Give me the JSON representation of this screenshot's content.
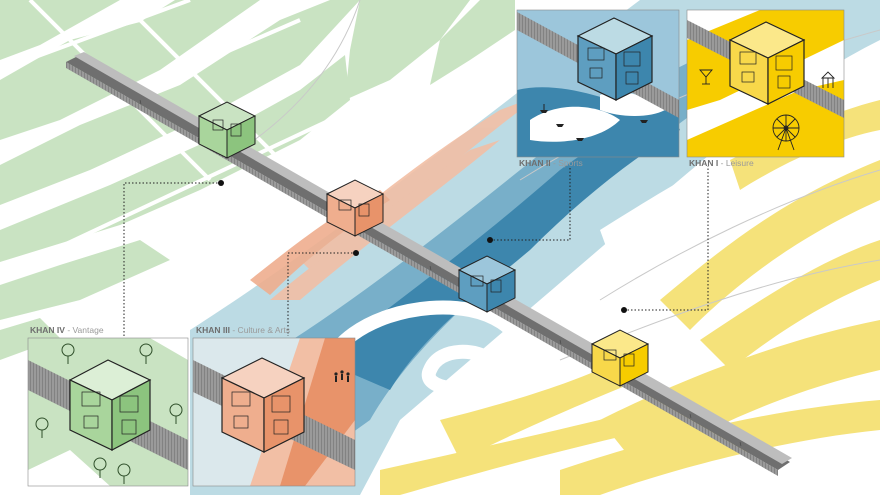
{
  "colors": {
    "green": "#c9e3c2",
    "green_dark": "#8cc47e",
    "salmon": "#f2bfa5",
    "salmon_dark": "#e8936a",
    "blue_light": "#bcdbe4",
    "blue": "#78afc9",
    "blue_dark": "#3d86ad",
    "yellow": "#f5e27a",
    "yellow_strong": "#f7cc00",
    "bridge": "#8a8a8a"
  },
  "modules": [
    {
      "id": "khan-iv",
      "name": "KHAN IV",
      "subtitle": "Vantage",
      "color": "#8cc47e"
    },
    {
      "id": "khan-iii",
      "name": "KHAN III",
      "subtitle": "Culture & Arts",
      "color": "#e8936a"
    },
    {
      "id": "khan-ii",
      "name": "KHAN II",
      "subtitle": "Sports",
      "color": "#3d86ad"
    },
    {
      "id": "khan-i",
      "name": "KHAN I",
      "subtitle": "Leisure",
      "color": "#f7cc00"
    }
  ],
  "label_separator": " - ",
  "icons": [
    "tree-icon",
    "ferris-wheel-icon",
    "carousel-icon",
    "cocktail-icon",
    "people-icon",
    "boat-icon"
  ]
}
